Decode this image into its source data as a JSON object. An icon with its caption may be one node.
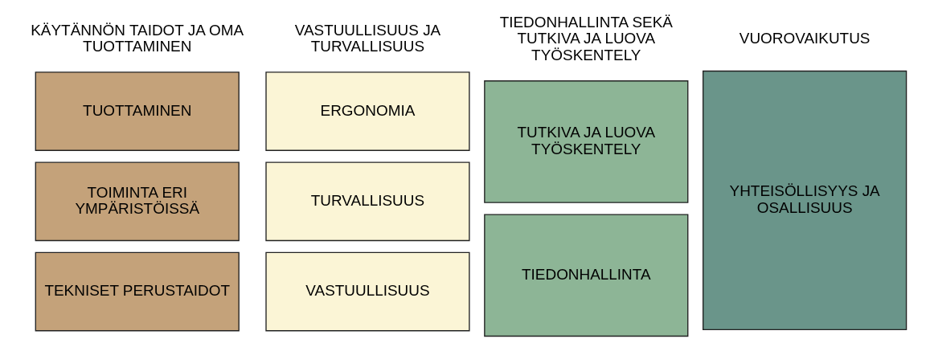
{
  "diagram": {
    "nodes": [
      {
        "text": [
          "TEKNISET PERUSTAIDOT"
        ]
      },
      {
        "text": [
          "TOIMINTA ERI YMPÄRISTÖISSÄ"
        ]
      },
      {
        "text": [
          "TUOTTAMINEN"
        ]
      },
      {
        "text": [
          "VASTUULLISUUS"
        ]
      },
      {
        "text": [
          "TURVALLISUUS"
        ]
      },
      {
        "text": [
          "ERGONOMIA"
        ]
      },
      {
        "text": [
          "TIEDONHALLINTA"
        ]
      },
      {
        "text": [
          "TUTKIVA JA LUOVA TYÖSKENTELY"
        ]
      },
      {
        "text": [
          "YHTEISÖLLISYYS JA OSALLISUUS"
        ]
      }
    ],
    "edges": [],
    "labels": [
      "KÄYTÄNNÖN TAIDOT JA OMA TUOTTAMINEN",
      "VASTUULLISUUS JA TURVALLISUUS",
      "TIEDONHALLINTA SEKÄ TUTKIVA JA LUOVA TYÖSKENTELY",
      "VUOROVAIKUTUS"
    ]
  }
}
